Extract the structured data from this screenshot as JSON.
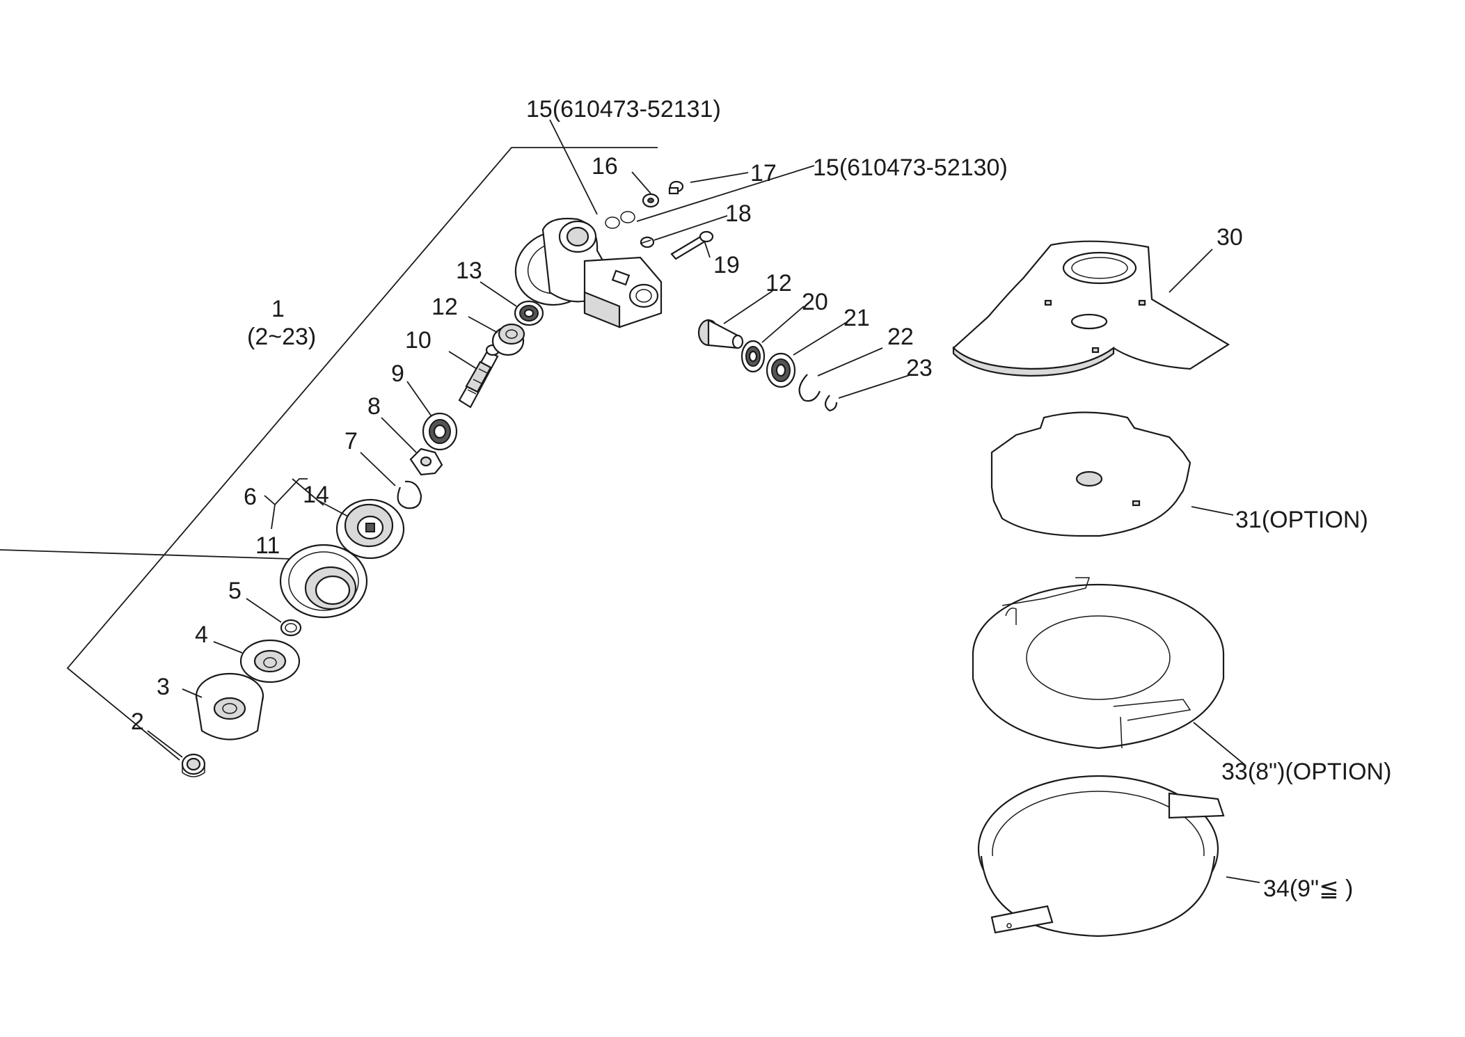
{
  "labels": {
    "l1": "1",
    "l1_range": "(2~23)",
    "l2": "2",
    "l3": "3",
    "l4": "4",
    "l5": "5",
    "l6": "6",
    "l7": "7",
    "l8": "8",
    "l9": "9",
    "l10": "10",
    "l11": "11",
    "l12a": "12",
    "l12b": "12",
    "l13": "13",
    "l14": "14",
    "l15a": "15(610473-52131)",
    "l15b": "15(610473-52130)",
    "l16": "16",
    "l17": "17",
    "l18": "18",
    "l19": "19",
    "l20": "20",
    "l21": "21",
    "l22": "22",
    "l23": "23",
    "l30": "30",
    "l31": "31(OPTION)",
    "l33": "33(8\")(OPTION)",
    "l34": "34(9\"≦ )"
  },
  "colors": {
    "ink": "#1a1a1a",
    "part_fill": "#ffffff",
    "shade": "#d9d9d9"
  }
}
